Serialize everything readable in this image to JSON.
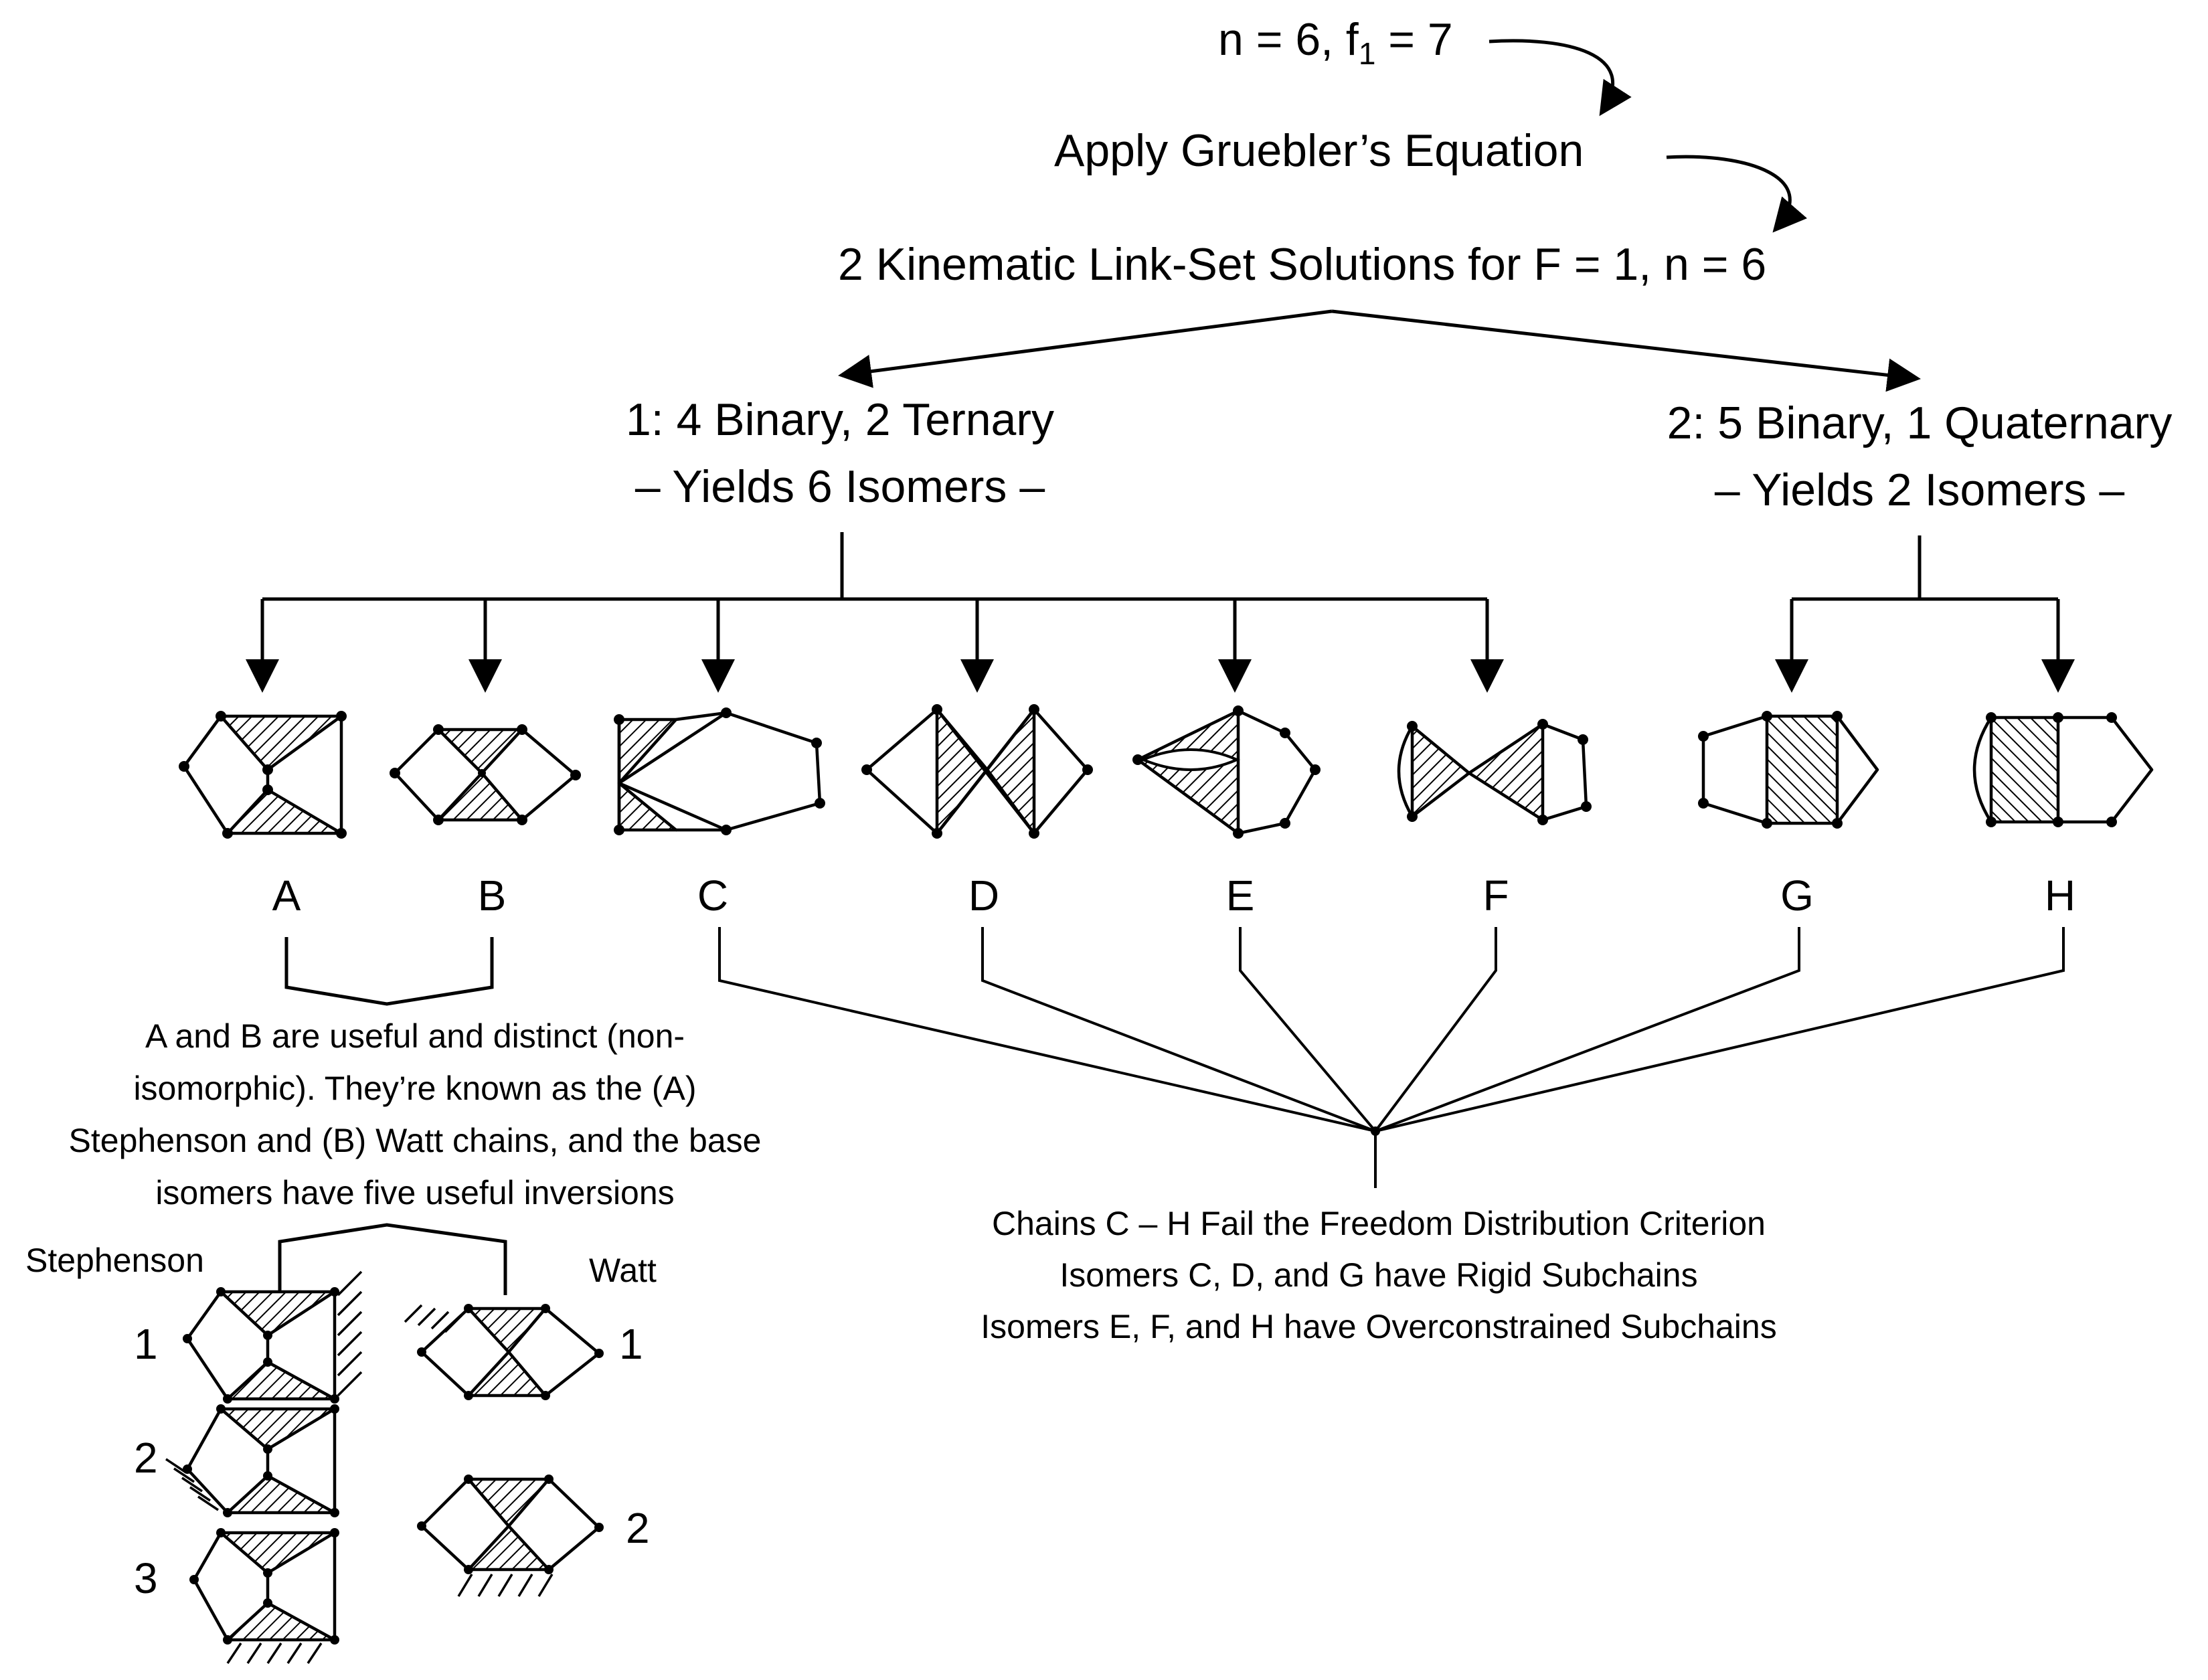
{
  "header": {
    "input_prefix": "n = 6, f",
    "input_sub": "1",
    "input_suffix": " = 7",
    "step": "Apply Gruebler’s Equation",
    "result": "2 Kinematic Link-Set Solutions for F = 1, n = 6"
  },
  "branches": [
    {
      "line1": "1: 4 Binary, 2 Ternary",
      "line2": "– Yields 6 Isomers –"
    },
    {
      "line1": "2: 5 Binary, 1 Quaternary",
      "line2": "– Yields 2 Isomers –"
    }
  ],
  "isomer_labels": [
    "A",
    "B",
    "C",
    "D",
    "E",
    "F",
    "G",
    "H"
  ],
  "useful_note": [
    "A and B are useful and distinct (non-",
    "isomorphic). They’re known as the (A)",
    "Stephenson and (B) Watt chains, and the base",
    "isomers have five useful inversions"
  ],
  "failure_note": [
    "Chains C – H Fail the Freedom Distribution Criterion",
    "Isomers C, D, and G have Rigid Subchains",
    "Isomers E, F, and H have Overconstrained Subchains"
  ],
  "inversions": {
    "stephenson": {
      "title": "Stephenson",
      "numbers": [
        "1",
        "2",
        "3"
      ]
    },
    "watt": {
      "title": "Watt",
      "numbers": [
        "1",
        "2"
      ]
    }
  }
}
